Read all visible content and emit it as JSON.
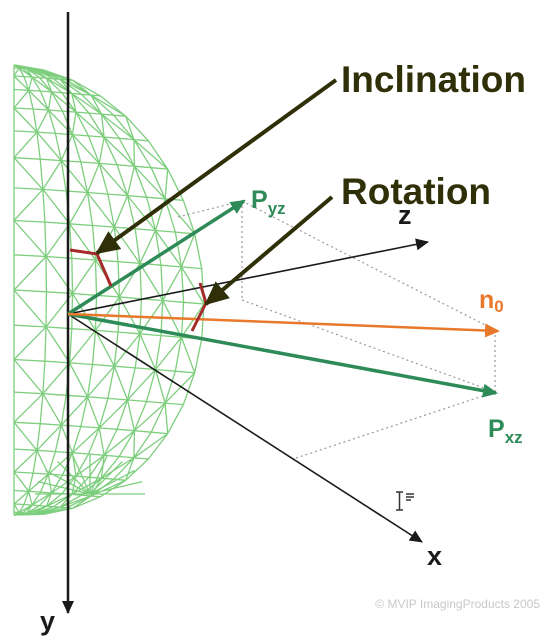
{
  "labels": {
    "inclination": "Inclination",
    "rotation": "Rotation",
    "axis_x": "x",
    "axis_y": "y",
    "axis_z": "z",
    "p_yz": {
      "base": "P",
      "sub": "yz"
    },
    "p_xz": {
      "base": "P",
      "sub": "xz"
    },
    "n0": {
      "base": "n",
      "sub": "0"
    },
    "copyright": "© MVIP ImagingProducts 2005"
  },
  "colors": {
    "mesh": "#7dce7d",
    "vector_green": "#2e8b57",
    "vector_orange": "#e8782a",
    "angle_red": "#a52a2a",
    "callout_arrow": "#2f2f08",
    "axis": "#1a1a1a",
    "projection_dots": "#999999"
  },
  "icons": {
    "cursor": "text-cursor-icon"
  }
}
